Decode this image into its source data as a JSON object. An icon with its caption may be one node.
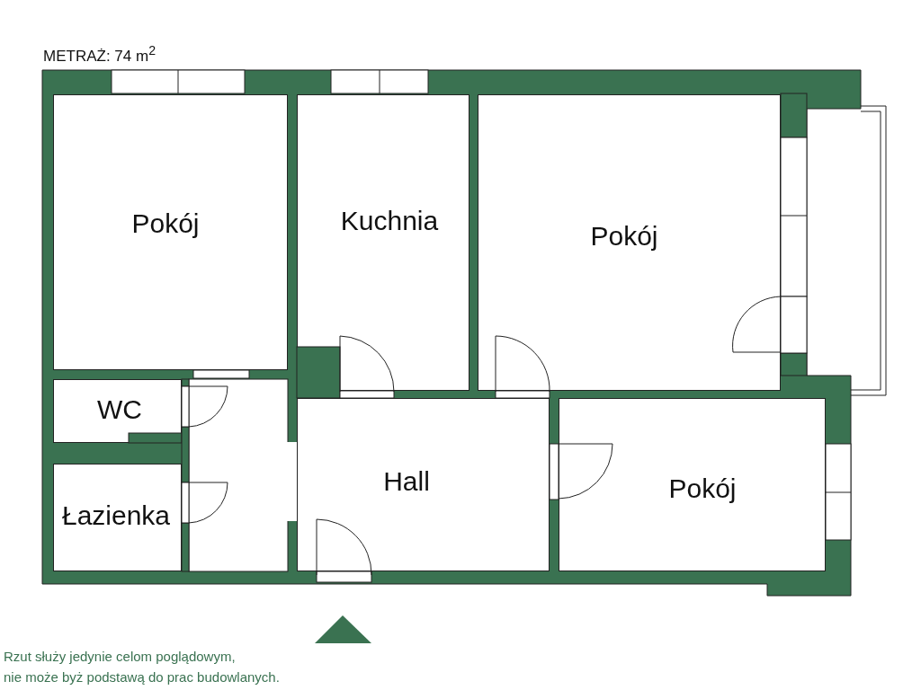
{
  "diagram": {
    "nodes": [
      {
        "text": [
          "Pokój"
        ]
      },
      {
        "text": [
          "Kuchnia"
        ]
      },
      {
        "text": [
          "Pokój"
        ]
      },
      {
        "text": [
          "WC"
        ]
      },
      {
        "text": [
          "Hall"
        ]
      },
      {
        "text": [
          "Pokój"
        ]
      },
      {
        "text": [
          "Łazienka"
        ]
      }
    ],
    "labels": [
      "METRAŻ: 74 m$^{2}$",
      "Rzut służy jedynie celom poglądowym,",
      "nie może byż podstawą do prac budowlanych."
    ]
  }
}
